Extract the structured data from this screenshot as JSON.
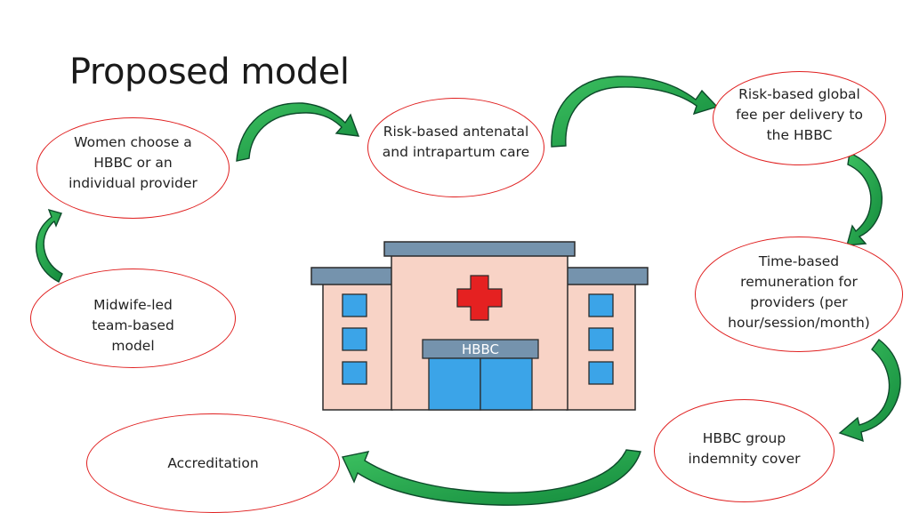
{
  "slide": {
    "title": "Proposed model"
  },
  "nodes": {
    "women": [
      "Women choose a",
      "HBBC or an",
      "individual provider"
    ],
    "risk_care": [
      "Risk-based antenatal",
      "and intrapartum care"
    ],
    "fee": [
      "Risk-based global",
      "fee per delivery to",
      "the HBBC"
    ],
    "time": [
      "Time-based",
      "remuneration for",
      "providers (per",
      "hour/session/month)"
    ],
    "indemnity": [
      "HBBC group",
      "indemnity cover"
    ],
    "accreditation": [
      "Accreditation"
    ],
    "midwife": [
      "Midwife-led",
      "team-based",
      "model"
    ]
  },
  "hospital": {
    "sign": "HBBC"
  },
  "colors": {
    "node_border": "#e02020",
    "arrow_fill": "#1ea34a",
    "arrow_stroke": "#0d4a2a",
    "building_wall": "#f8d3c6",
    "building_roof": "#7593ad",
    "window": "#3ba4e8",
    "cross": "#e52121"
  }
}
